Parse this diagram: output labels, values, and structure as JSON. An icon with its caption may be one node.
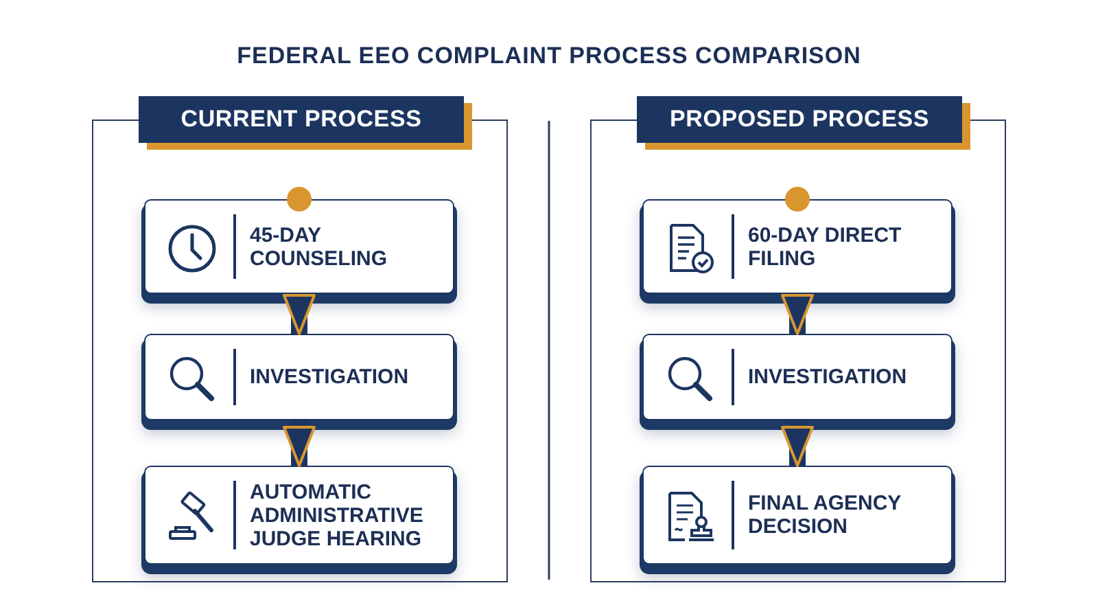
{
  "diagram": {
    "title": "FEDERAL EEO COMPLAINT PROCESS COMPARISON",
    "nodes": [
      {
        "text": [
          "CURRENT PROCESS"
        ]
      },
      {
        "text": [
          "45-DAY COUNSELING"
        ],
        "in": 0
      },
      {
        "text": [
          "INVESTIGATION"
        ],
        "in": 0
      },
      {
        "text": [
          "AUTOMATIC ADMINISTRATIVE JUDGE HEARING"
        ],
        "in": 0
      },
      {
        "text": [
          "PROPOSED PROCESS"
        ]
      },
      {
        "text": [
          "60-DAY DIRECT FILING"
        ],
        "in": 4
      },
      {
        "text": [
          "INVESTIGATION"
        ],
        "in": 4
      },
      {
        "text": [
          "FINAL AGENCY DECISION"
        ],
        "in": 4
      }
    ],
    "edges": [
      {
        "from": 1,
        "to": 2,
        "arrow": "to"
      },
      {
        "from": 2,
        "to": 3,
        "arrow": "to"
      },
      {
        "from": 5,
        "to": 6,
        "arrow": "to"
      },
      {
        "from": 6,
        "to": 7,
        "arrow": "to"
      }
    ]
  }
}
